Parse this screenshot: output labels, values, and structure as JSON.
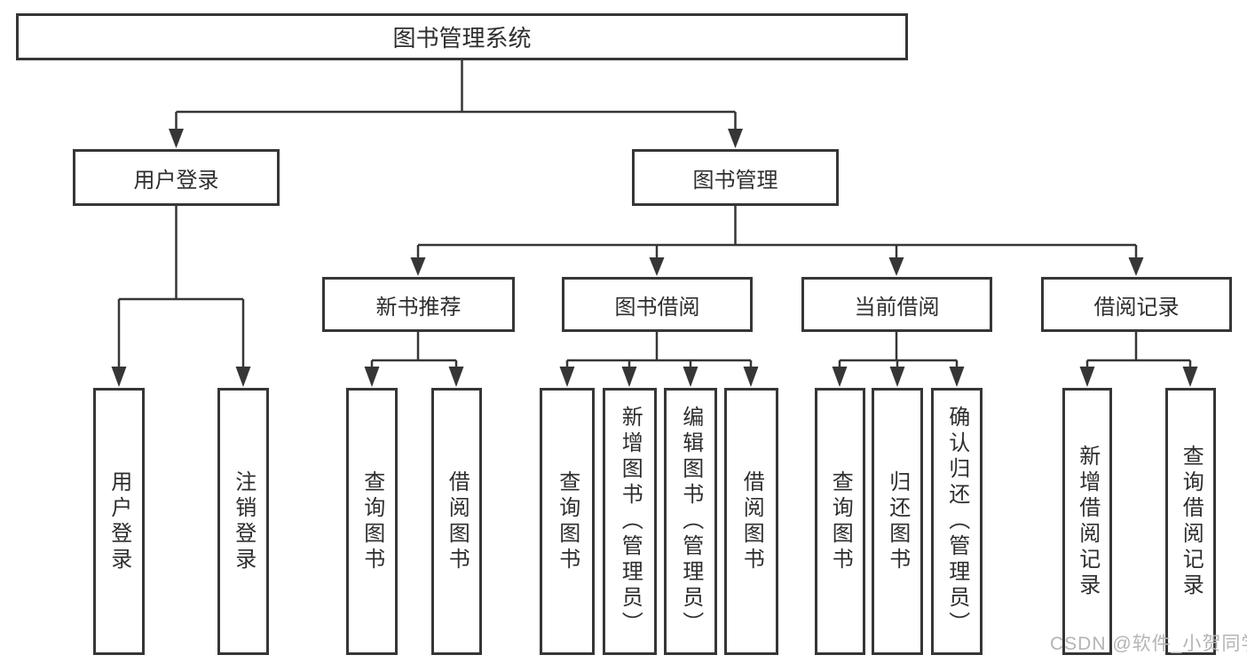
{
  "diagram": {
    "type": "hierarchy-tree",
    "background_color": "#ffffff",
    "line_color": "#363636",
    "text_color": "#2e2e2e",
    "watermark_color": "#b4b4b4",
    "tree": {
      "label": "图书管理系统",
      "children": [
        {
          "label": "用户登录",
          "children": [
            {
              "label": "用户登录"
            },
            {
              "label": "注销登录"
            }
          ]
        },
        {
          "label": "图书管理",
          "children": [
            {
              "label": "新书推荐",
              "children": [
                {
                  "label": "查询图书"
                },
                {
                  "label": "借阅图书"
                }
              ]
            },
            {
              "label": "图书借阅",
              "children": [
                {
                  "label": "查询图书"
                },
                {
                  "label": "新增图书（管理员）"
                },
                {
                  "label": "编辑图书（管理员）"
                },
                {
                  "label": "借阅图书"
                }
              ]
            },
            {
              "label": "当前借阅",
              "children": [
                {
                  "label": "查询图书"
                },
                {
                  "label": "归还图书"
                },
                {
                  "label": "确认归还（管理员）"
                }
              ]
            },
            {
              "label": "借阅记录",
              "children": [
                {
                  "label": "新增借阅记录"
                },
                {
                  "label": "查询借阅记录"
                }
              ]
            }
          ]
        }
      ]
    },
    "watermark": {
      "text": "CSDN @软件_小贺同学"
    }
  }
}
